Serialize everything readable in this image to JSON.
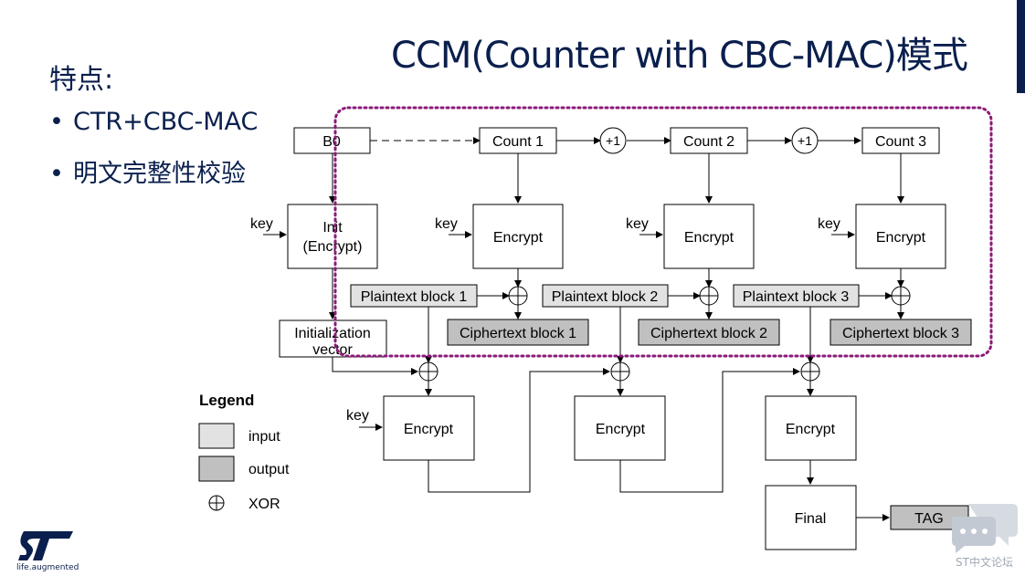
{
  "slide": {
    "title": "CCM(Counter with CBC-MAC)模式",
    "features_heading": "特点:",
    "bullets": [
      "CTR+CBC-MAC",
      "明文完整性校验"
    ]
  },
  "diagram": {
    "b0": "B0",
    "counters": [
      "Count 1",
      "Count 2",
      "Count 3"
    ],
    "increment": "+1",
    "key": "key",
    "init_line1": "Init",
    "init_line2": "(Encrypt)",
    "encrypt": "Encrypt",
    "plaintext": [
      "Plaintext block 1",
      "Plaintext block 2",
      "Plaintext block 3"
    ],
    "ciphertext": [
      "Ciphertext block 1",
      "Ciphertext block 2",
      "Ciphertext block 3"
    ],
    "iv_line1": "Initialization",
    "iv_line2": "vector",
    "final": "Final",
    "tag": "TAG"
  },
  "legend": {
    "title": "Legend",
    "input": "input",
    "output": "output",
    "xor": "XOR"
  },
  "footer": {
    "tagline": "life.augmented",
    "watermark": "ST中文论坛"
  },
  "colors": {
    "title": "#0a1f4d",
    "input_fill": "#e2e2e2",
    "output_fill": "#c0c0c0",
    "highlight": "#8b1a7a"
  }
}
